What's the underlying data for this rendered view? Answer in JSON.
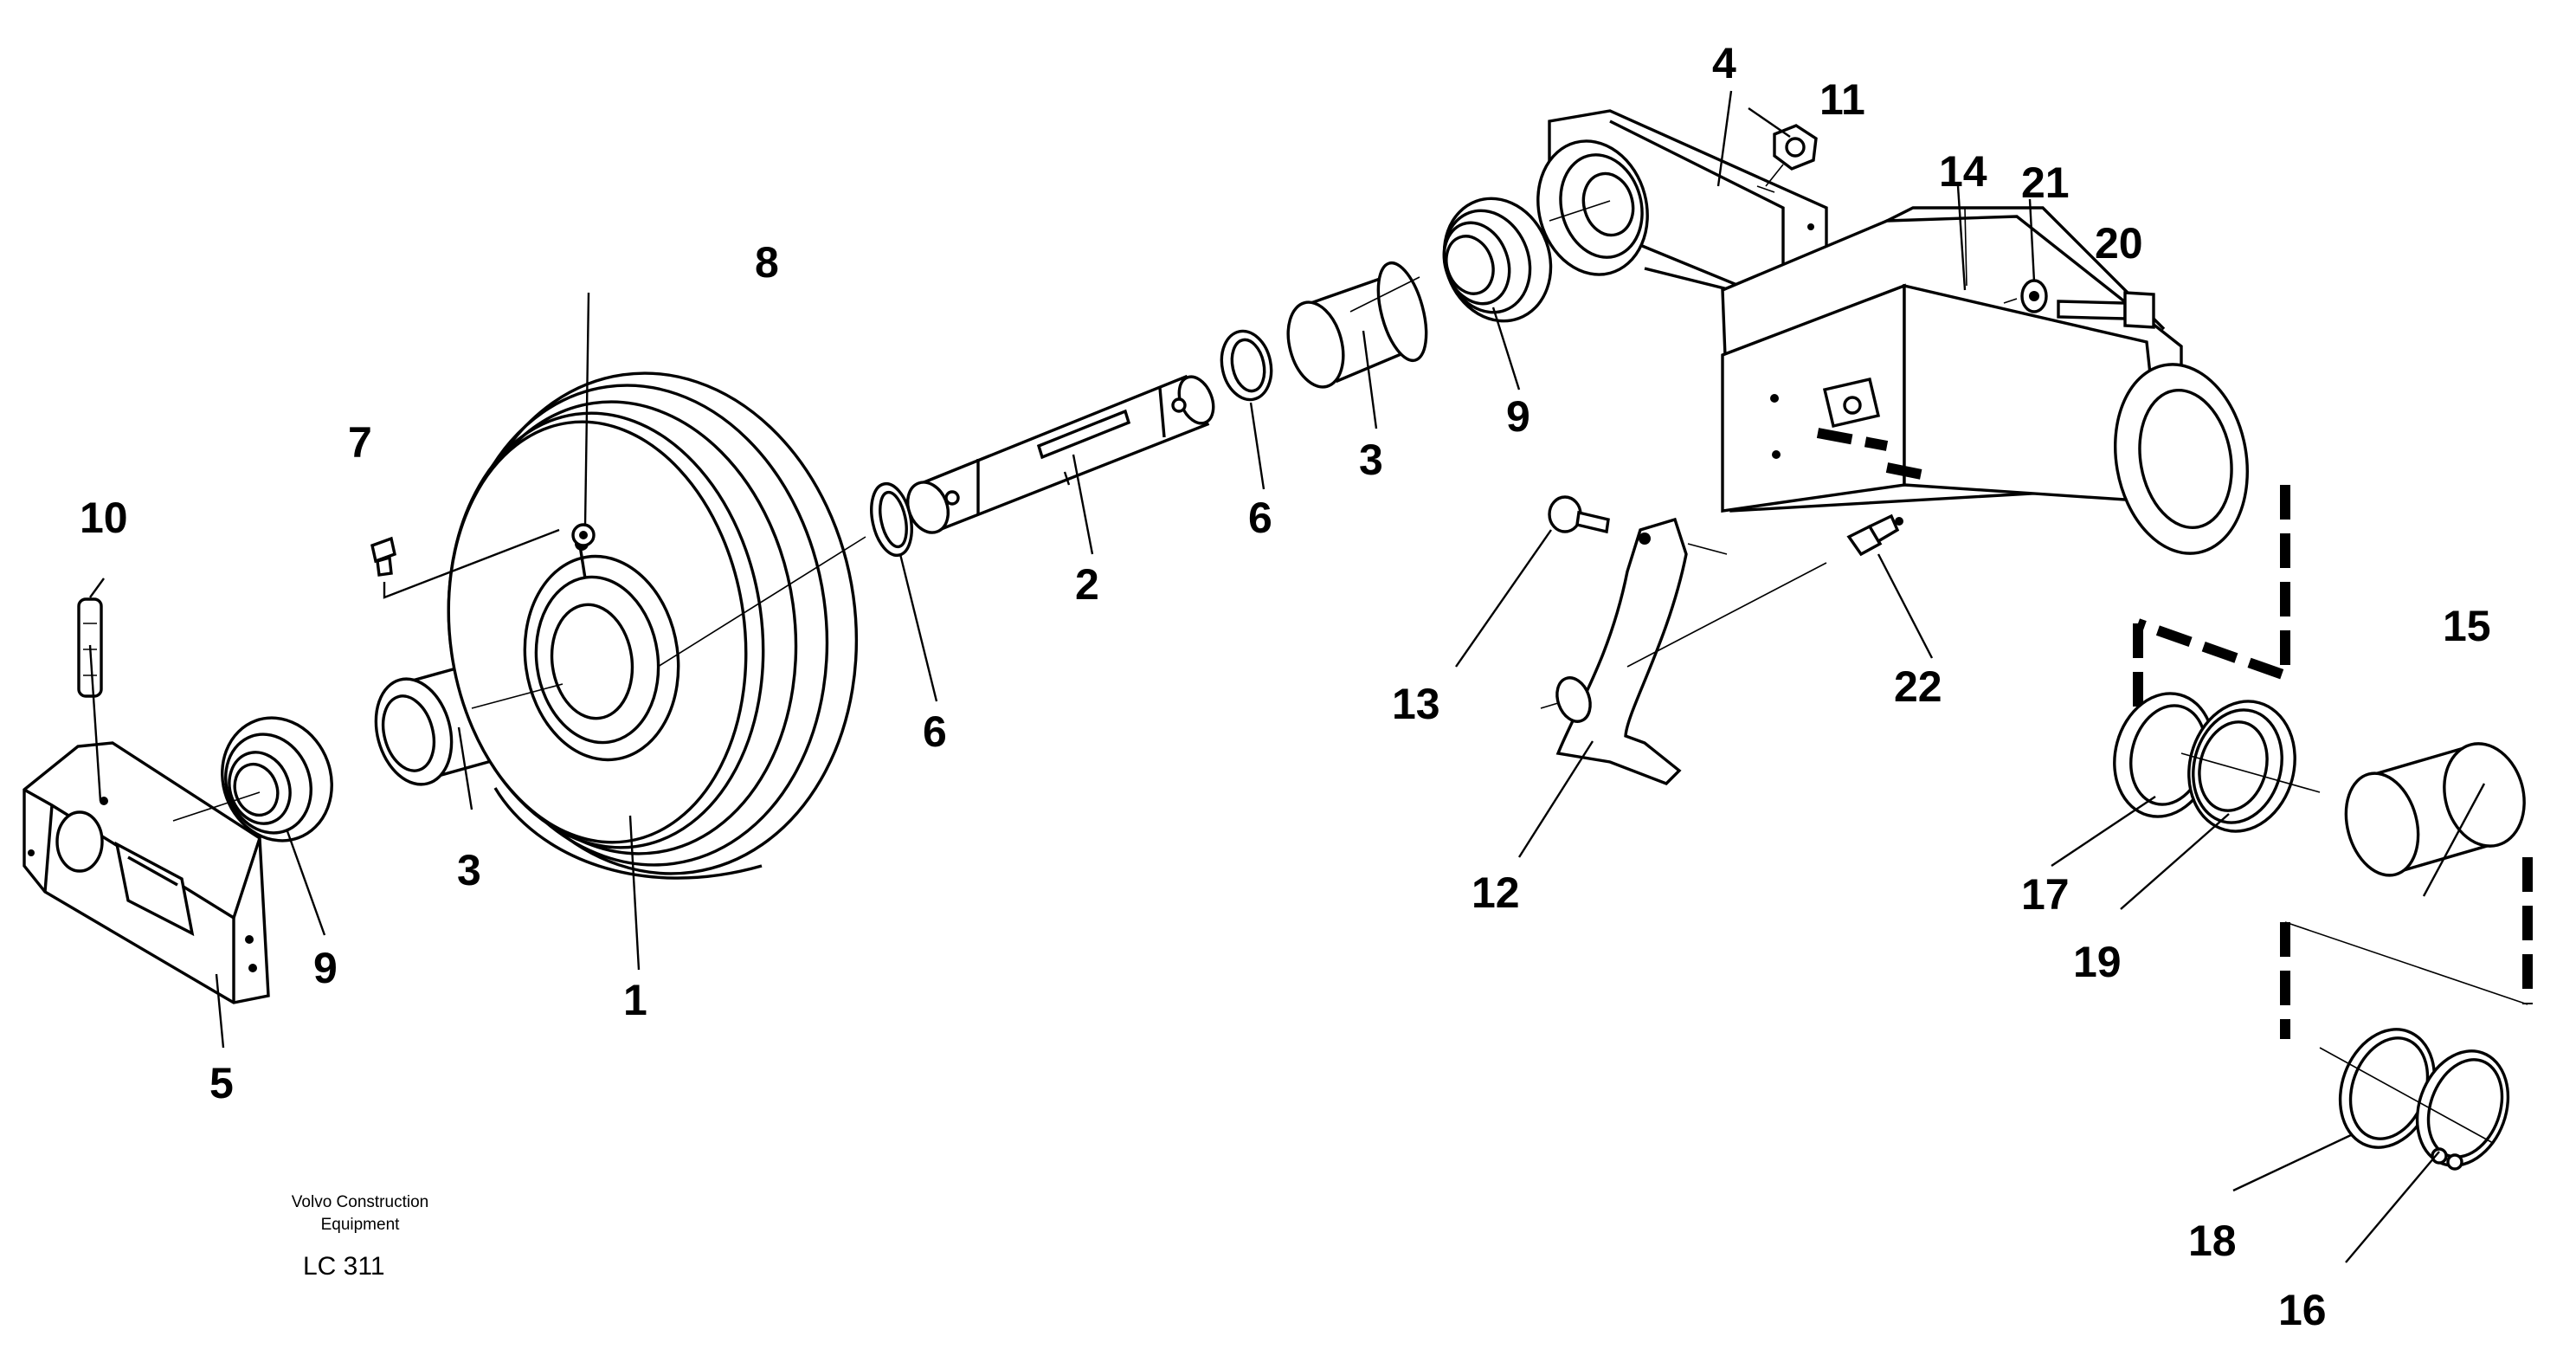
{
  "callouts": {
    "c1": "1",
    "c2": "2",
    "c3a": "3",
    "c3b": "3",
    "c4": "4",
    "c5": "5",
    "c6a": "6",
    "c6b": "6",
    "c7": "7",
    "c8": "8",
    "c9a": "9",
    "c9b": "9",
    "c10": "10",
    "c11": "11",
    "c12": "12",
    "c13": "13",
    "c14": "14",
    "c15": "15",
    "c16": "16",
    "c17": "17",
    "c18": "18",
    "c19": "19",
    "c20": "20",
    "c21": "21",
    "c22": "22"
  },
  "caption": {
    "line1": "Volvo Construction",
    "line2": "Equipment",
    "code": "LC 311"
  }
}
